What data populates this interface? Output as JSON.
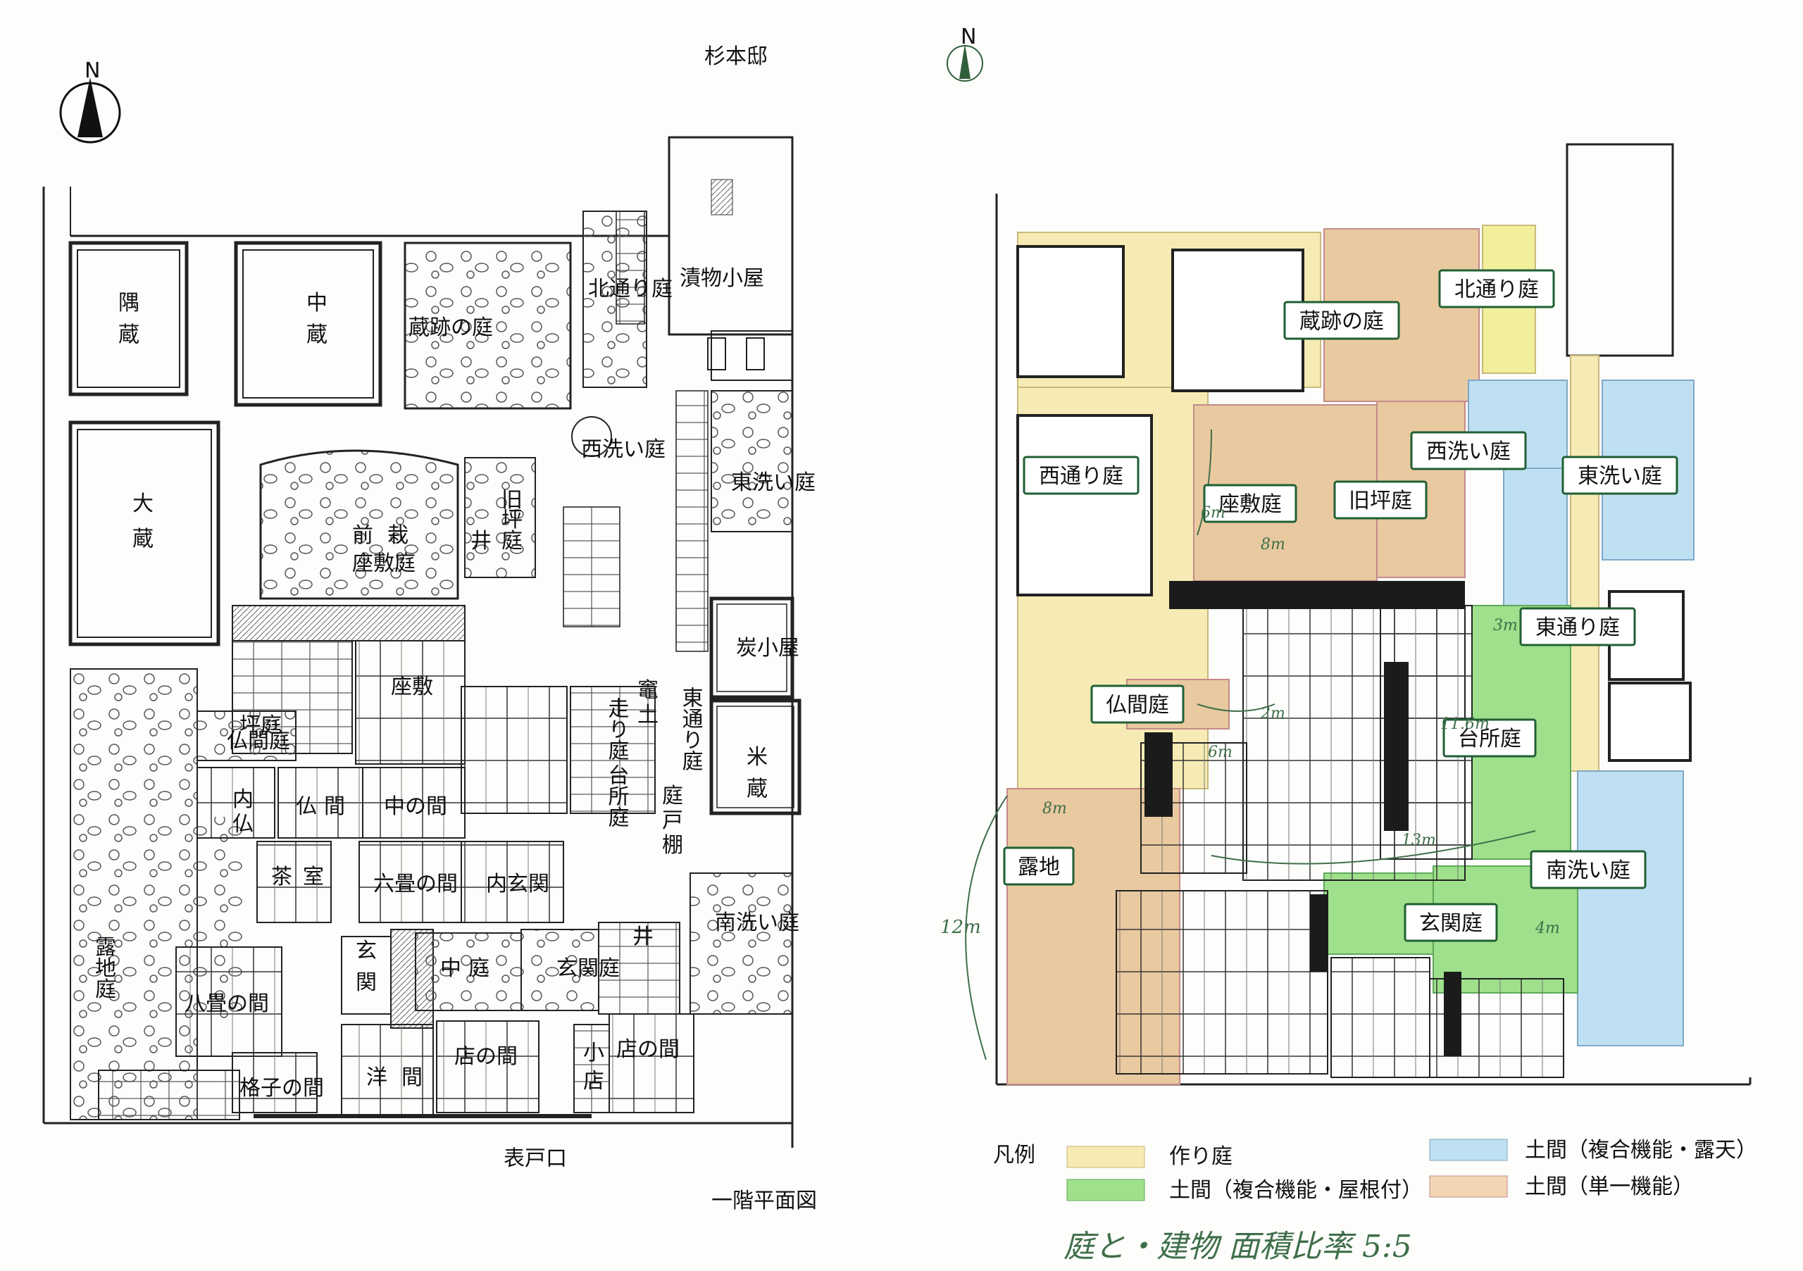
{
  "title": "杉本邸",
  "compass": "N",
  "left_plan": {
    "caption": "一階平面図",
    "entrance": "表戸口",
    "rooms": [
      "隅",
      "蔵",
      "中",
      "蔵",
      "大",
      "蔵",
      "蔵跡の庭",
      "北通り庭",
      "漬物小屋",
      "西洗い庭",
      "東洗い庭",
      "旧",
      "坪",
      "庭",
      "井",
      "前",
      "栽",
      "座敷庭",
      "炭小屋",
      "座敷",
      "坪庭",
      "仏間庭",
      "東通り庭",
      "走り庭",
      "竈",
      "土",
      "米",
      "蔵",
      "台所庭",
      "内",
      "仏",
      "仏",
      "間",
      "中の間",
      "庭",
      "戸",
      "棚",
      "茶",
      "室",
      "六畳の間",
      "内玄関",
      "露",
      "地",
      "庭",
      "玄",
      "関",
      "中",
      "庭",
      "玄関庭",
      "南洗い庭",
      "井",
      "八畳の間",
      "小",
      "店",
      "店の間",
      "洋",
      "間",
      "店の間",
      "格子の間"
    ]
  },
  "right_plan": {
    "areas": [
      "北通り庭",
      "蔵跡の庭",
      "西洗い庭",
      "東洗い庭",
      "西通り庭",
      "座敷庭",
      "旧坪庭",
      "東通り庭",
      "仏間庭",
      "台所庭",
      "露地",
      "南洗い庭",
      "玄関庭"
    ],
    "notes": [
      "6m",
      "8m",
      "2m",
      "6m",
      "3m",
      "11.6m",
      "8m",
      "13m",
      "12m",
      "4m"
    ]
  },
  "legend": {
    "title": "凡例",
    "items": [
      {
        "label": "作り庭",
        "color": "#f6ebb4"
      },
      {
        "label": "土間（複合機能・露天）",
        "color": "#bfe0f2"
      },
      {
        "label": "土間（複合機能・屋根付）",
        "color": "#9fe08c"
      },
      {
        "label": "土間（単一機能）",
        "color": "#f2d6b3"
      }
    ]
  },
  "handwritten_note": "庭と・建物 面積比率 5:5",
  "colors": {
    "sakuri": "#f6ebb4",
    "blue": "#bfe0f2",
    "green": "#9fe08c",
    "tan": "#e9c9a0"
  }
}
